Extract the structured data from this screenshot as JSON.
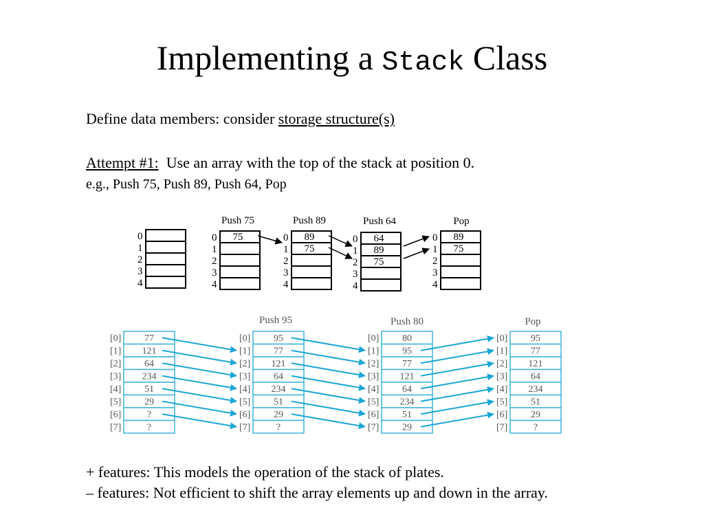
{
  "slide": {
    "title_pre": "Implementing a ",
    "title_code": "Stack",
    "title_post": " Class",
    "line1_prefix": "Define data members: consider ",
    "line1_underlined": "storage structure(s)",
    "line2_label": "Attempt #1:",
    "line2_text": "  Use an array with the top of the stack at position 0.",
    "line3": "e.g.,  Push 75,  Push 89,  Push 64,  Pop",
    "plus_line": "+ features:  This models the operation of the stack of plates.",
    "minus_line": "– features:  Not efficient to shift the array elements up and down in the array."
  },
  "diagram_top": {
    "index_labels": [
      "0",
      "1",
      "2",
      "3",
      "4"
    ],
    "stacks": [
      {
        "caption": "",
        "values": [
          "",
          "",
          "",
          "",
          ""
        ]
      },
      {
        "caption": "Push 75",
        "values": [
          "75",
          "",
          "",
          "",
          ""
        ]
      },
      {
        "caption": "Push 89",
        "values": [
          "89",
          "75",
          "",
          "",
          ""
        ]
      },
      {
        "caption": "Push 64",
        "values": [
          "64",
          "89",
          "75",
          "",
          ""
        ]
      },
      {
        "caption": "Pop",
        "values": [
          "89",
          "75",
          "",
          "",
          ""
        ]
      }
    ],
    "arrow_color": "#000000"
  },
  "diagram_bottom": {
    "index_labels": [
      "[0]",
      "[1]",
      "[2]",
      "[3]",
      "[4]",
      "[5]",
      "[6]",
      "[7]"
    ],
    "arrays": [
      {
        "caption": "",
        "values": [
          "77",
          "121",
          "64",
          "234",
          "51",
          "29",
          "?",
          "?"
        ]
      },
      {
        "caption": "Push 95",
        "values": [
          "95",
          "77",
          "121",
          "64",
          "234",
          "51",
          "29",
          "?"
        ]
      },
      {
        "caption": "Push 80",
        "values": [
          "80",
          "95",
          "77",
          "121",
          "64",
          "234",
          "51",
          "29"
        ]
      },
      {
        "caption": "Pop",
        "values": [
          "95",
          "77",
          "121",
          "64",
          "234",
          "51",
          "29",
          "?"
        ]
      }
    ],
    "arrow_color": "#1aa6d4",
    "cell_border_color": "#3fb3dc",
    "text_color": "#555555"
  }
}
